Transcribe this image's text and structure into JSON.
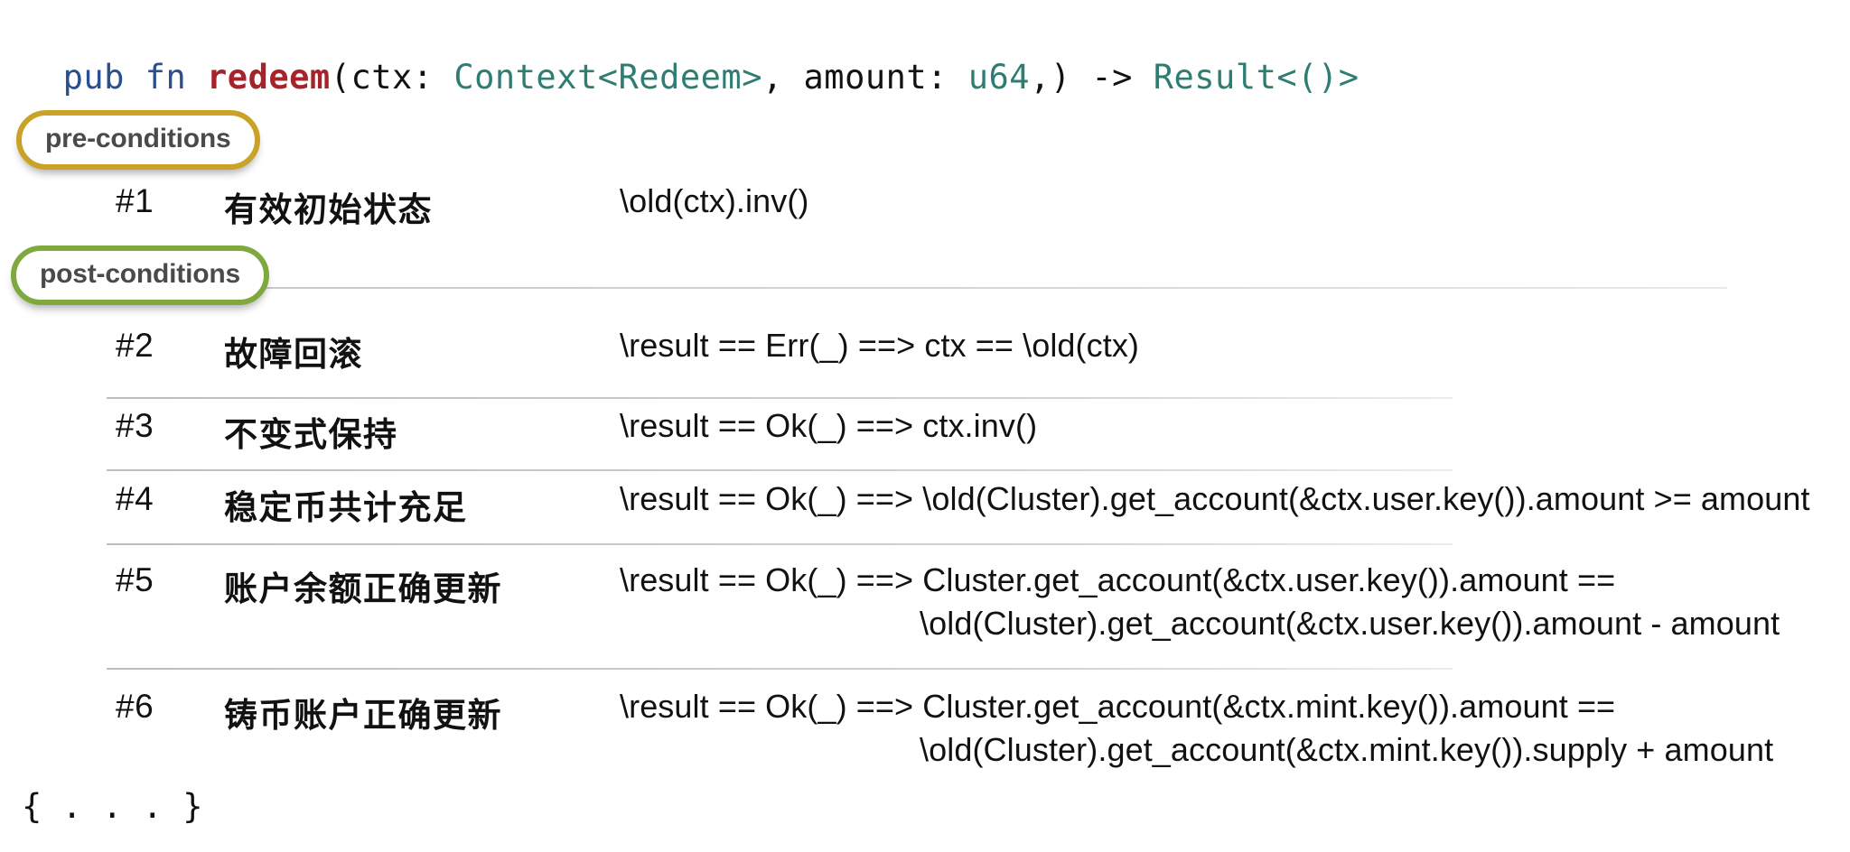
{
  "signature": {
    "tokens": [
      {
        "text": "pub",
        "kind": "kw"
      },
      {
        "text": " ",
        "kind": "plain"
      },
      {
        "text": "fn",
        "kind": "kw"
      },
      {
        "text": " ",
        "kind": "plain"
      },
      {
        "text": "redeem",
        "kind": "fn"
      },
      {
        "text": "(ctx: ",
        "kind": "plain"
      },
      {
        "text": "Context<Redeem>",
        "kind": "type"
      },
      {
        "text": ", amount: ",
        "kind": "plain"
      },
      {
        "text": "u64",
        "kind": "type"
      },
      {
        "text": ",) -> ",
        "kind": "plain"
      },
      {
        "text": "Result<()>",
        "kind": "type"
      }
    ],
    "full_text": "pub fn redeem(ctx: Context<Redeem>, amount: u64,) -> Result<()>"
  },
  "sections": {
    "pre_label": "pre-conditions",
    "post_label": "post-conditions",
    "pre_color": "#c9a227",
    "post_color": "#7fa93f"
  },
  "rows": [
    {
      "id": "#1",
      "name": "有效初始状态",
      "formula": "\\old(ctx).inv()",
      "formula_cont": ""
    },
    {
      "id": "#2",
      "name": "故障回滚",
      "formula": "\\result == Err(_) ==> ctx == \\old(ctx)",
      "formula_cont": ""
    },
    {
      "id": "#3",
      "name": "不变式保持",
      "formula": "\\result == Ok(_) ==> ctx.inv()",
      "formula_cont": ""
    },
    {
      "id": "#4",
      "name": "稳定币共计充足",
      "formula": "\\result == Ok(_) ==> \\old(Cluster).get_account(&ctx.user.key()).amount >= amount",
      "formula_cont": ""
    },
    {
      "id": "#5",
      "name": "账户余额正确更新",
      "formula": "\\result == Ok(_) ==> Cluster.get_account(&ctx.user.key()).amount ==",
      "formula_cont": "\\old(Cluster).get_account(&ctx.user.key()).amount - amount"
    },
    {
      "id": "#6",
      "name": "铸币账户正确更新",
      "formula": "\\result == Ok(_) ==> Cluster.get_account(&ctx.mint.key()).amount ==",
      "formula_cont": "\\old(Cluster).get_account(&ctx.mint.key()).supply + amount"
    }
  ],
  "tail": "{ . . . }"
}
